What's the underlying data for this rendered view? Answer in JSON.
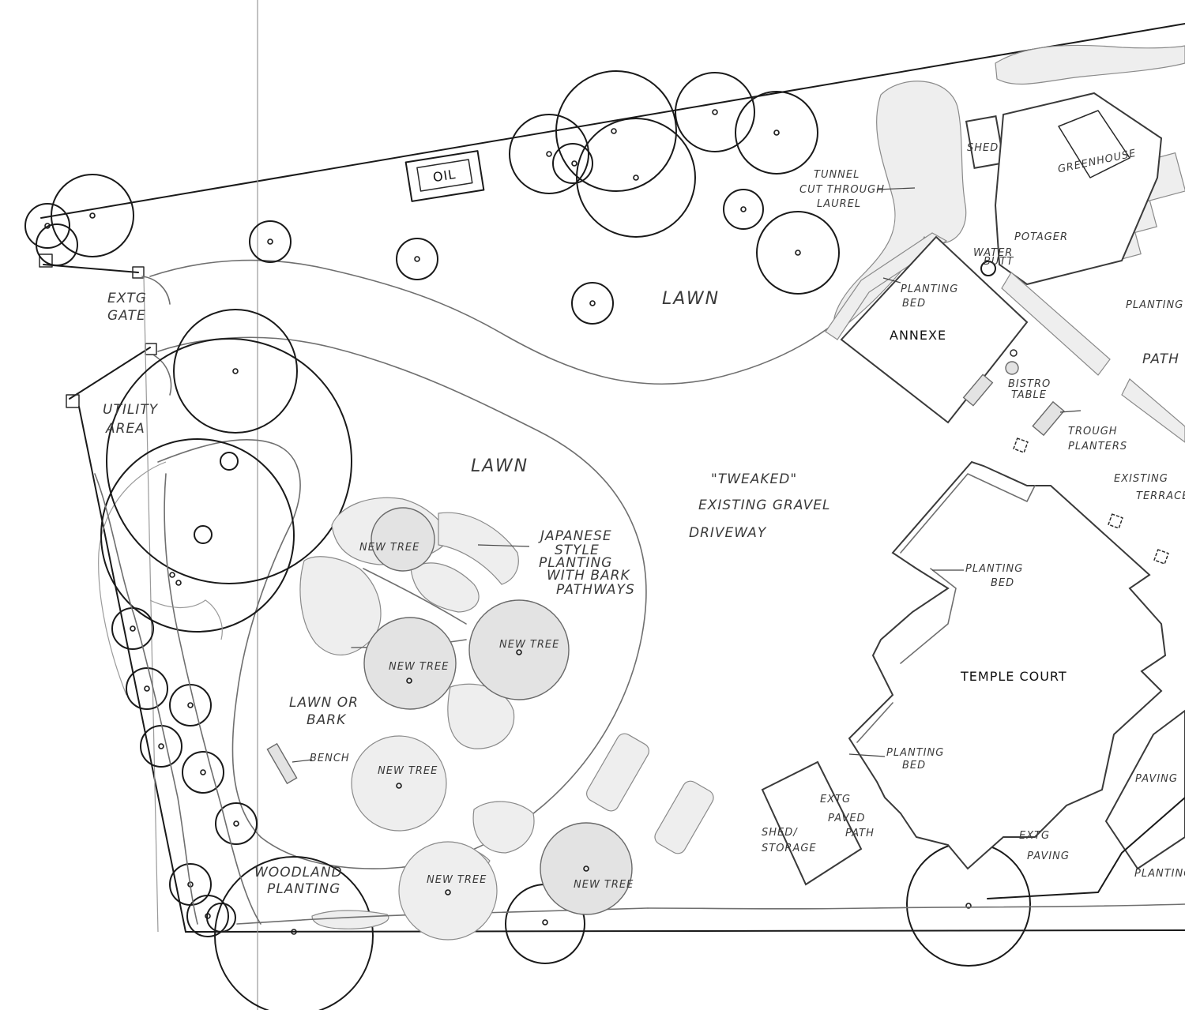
{
  "labels": {
    "oil": "OIL",
    "lawn_top": "LAWN",
    "lawn_main": "LAWN",
    "extg_gate_1": "EXTG",
    "extg_gate_2": "GATE",
    "utility_1": "UTILITY",
    "utility_2": "AREA",
    "tunnel_1": "TUNNEL",
    "tunnel_2": "CUT THROUGH",
    "tunnel_3": "LAUREL",
    "shed": "SHED",
    "greenhouse": "GREENHOUSE",
    "potager": "POTAGER",
    "water_butt_1": "WATER",
    "water_butt_2": "BUTT",
    "planting_bed_annexe_1": "PLANTING",
    "planting_bed_annexe_2": "BED",
    "annexe": "ANNEXE",
    "planting_right": "PLANTING",
    "path": "PATH",
    "bistro_1": "BISTRO",
    "bistro_2": "TABLE",
    "trough_1": "TROUGH",
    "trough_2": "PLANTERS",
    "existing_terrace_1": "EXISTING",
    "existing_terrace_2": "TERRACE",
    "tweaked": "\"TWEAKED\"",
    "existing_gravel": "EXISTING GRAVEL",
    "driveway": "DRIVEWAY",
    "japanese_1": "JAPANESE",
    "japanese_2": "STYLE",
    "japanese_3": "PLANTING",
    "japanese_4": "WITH BARK",
    "japanese_5": "PATHWAYS",
    "new_tree": "NEW TREE",
    "planting_bed_temple_1": "PLANTING",
    "planting_bed_temple_2": "BED",
    "temple_court": "TEMPLE COURT",
    "planting_bed_lower_1": "PLANTING",
    "planting_bed_lower_2": "BED",
    "lawn_or_bark_1": "LAWN OR",
    "lawn_or_bark_2": "BARK",
    "bench": "BENCH",
    "extg_paved_1": "EXTG",
    "extg_paved_2": "PAVED",
    "extg_paved_3": "PATH",
    "shed_storage_1": "SHED/",
    "shed_storage_2": "STORAGE",
    "extg_paving_1": "EXTG",
    "extg_paving_2": "PAVING",
    "paving_right": "PAVING",
    "planting_bottom_right": "PLANTING",
    "woodland_1": "WOODLAND",
    "woodland_2": "PLANTING"
  },
  "colors": {
    "paper": "#ffffff",
    "ink": "#1a1a1a",
    "pencil": "#6f6f6f",
    "shade": "#e3e3e3"
  }
}
